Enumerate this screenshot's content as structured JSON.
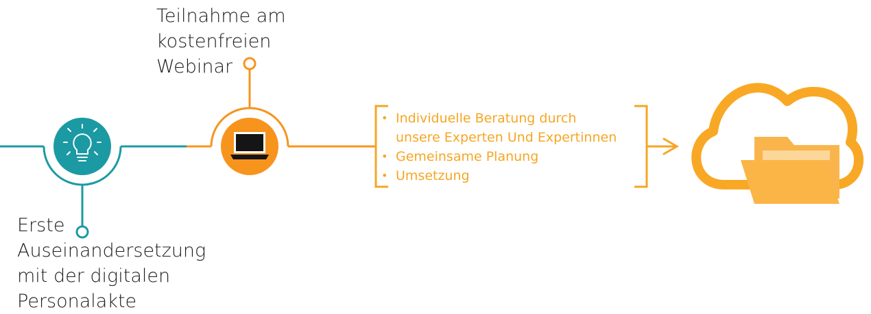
{
  "step_one": {
    "label_lines": [
      "Erste",
      "Auseinandersetzung",
      "mit der digitalen",
      "Personalakte"
    ],
    "icon": "lightbulb-icon",
    "color": "#1b9aa3"
  },
  "step_two": {
    "label_lines": [
      "Teilnahme am",
      "kostenfreien",
      "Webinar"
    ],
    "icon": "laptop-icon",
    "color": "#f7941d"
  },
  "services": {
    "items": [
      {
        "lines": [
          "Individuelle Beratung durch",
          "unsere Experten Und Expertinnen"
        ]
      },
      {
        "lines": [
          "Gemeinsame Planung"
        ]
      },
      {
        "lines": [
          "Umsetzung"
        ]
      }
    ],
    "color": "#f5a623"
  },
  "result": {
    "icon": "cloud-folder-icon",
    "color": "#f9a825"
  }
}
